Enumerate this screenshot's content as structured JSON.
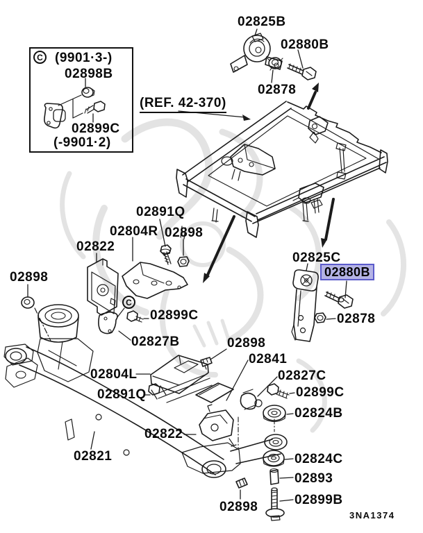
{
  "colors": {
    "background": "#ffffff",
    "line": "#1b1b1b",
    "watermark": "#d2d2d2",
    "highlight_fill": "#b4b3e5",
    "highlight_border": "#5b5bcb"
  },
  "c_marker": "C",
  "inset": {
    "marker": "C",
    "range_new": "(9901·3-)",
    "part_top": "02898B",
    "part_bottom": "02899C",
    "range_old": "(-9901·2)"
  },
  "ref_label": "(REF. 42-370)",
  "drawing_code": "3NA1374",
  "selected_part": {
    "label": "02880B"
  },
  "labels": [
    {
      "id": "02825B-top",
      "text": "02825B"
    },
    {
      "id": "02880B-top",
      "text": "02880B"
    },
    {
      "id": "02878-top",
      "text": "02878"
    },
    {
      "id": "02891Q-upper",
      "text": "02891Q"
    },
    {
      "id": "02804R",
      "text": "02804R"
    },
    {
      "id": "02898-upper",
      "text": "02898"
    },
    {
      "id": "02822-upper",
      "text": "02822"
    },
    {
      "id": "02898-left",
      "text": "02898"
    },
    {
      "id": "02899C-mid",
      "text": "02899C"
    },
    {
      "id": "02827B",
      "text": "02827B"
    },
    {
      "id": "02898-center",
      "text": "02898"
    },
    {
      "id": "02841",
      "text": "02841"
    },
    {
      "id": "02827C",
      "text": "02827C"
    },
    {
      "id": "02899C-lower",
      "text": "02899C"
    },
    {
      "id": "02824B",
      "text": "02824B"
    },
    {
      "id": "02804L",
      "text": "02804L"
    },
    {
      "id": "02891Q-lower",
      "text": "02891Q"
    },
    {
      "id": "02822-lower",
      "text": "02822"
    },
    {
      "id": "02821",
      "text": "02821"
    },
    {
      "id": "02824C",
      "text": "02824C"
    },
    {
      "id": "02893",
      "text": "02893"
    },
    {
      "id": "02899B",
      "text": "02899B"
    },
    {
      "id": "02898-bottom",
      "text": "02898"
    },
    {
      "id": "02825C",
      "text": "02825C"
    },
    {
      "id": "02878-right",
      "text": "02878"
    }
  ]
}
